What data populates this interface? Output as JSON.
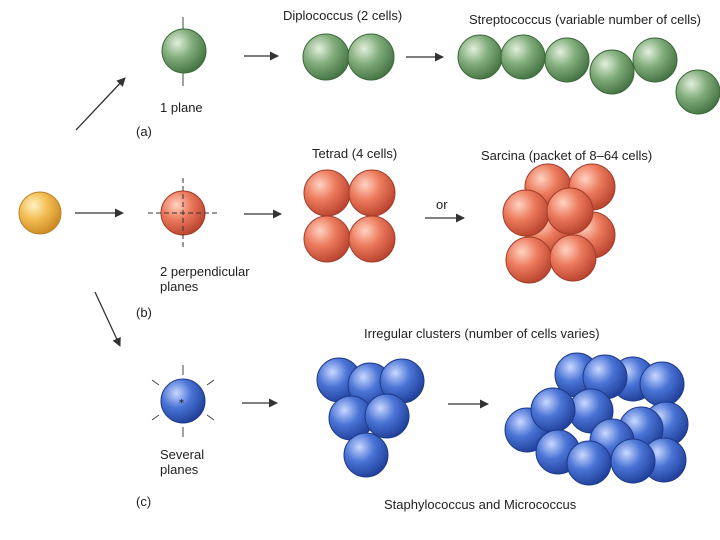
{
  "labels": {
    "diplococcus": "Diplococcus (2 cells)",
    "streptococcus": "Streptococcus (variable number of cells)",
    "one_plane": "1 plane",
    "panel_a": "(a)",
    "tetrad": "Tetrad (4 cells)",
    "sarcina": "Sarcina (packet of 8–64 cells)",
    "or": "or",
    "two_planes": "2 perpendicular planes",
    "panel_b": "(b)",
    "irregular": "Irregular clusters (number of cells varies)",
    "several_planes": "Several planes",
    "panel_c": "(c)",
    "staph": "Staphylococcus and Micrococcus"
  },
  "colors": {
    "green": "#6fa06a",
    "orange": "#f0b44c",
    "red": "#e8735a",
    "blue": "#3d66c8",
    "arrow": "#333333",
    "text": "#222222"
  }
}
